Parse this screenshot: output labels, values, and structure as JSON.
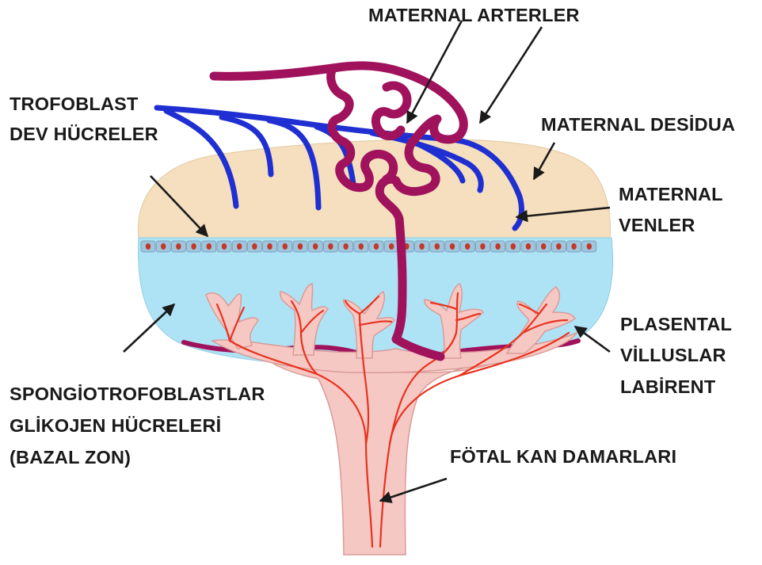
{
  "labels": {
    "maternal_arterler": "MATERNAL ARTERLER",
    "trofoblast_line1": "TROFOBLAST",
    "trofoblast_line2": "DEV HÜCRELER",
    "maternal_desidua": "MATERNAL DESİDUA",
    "maternal_venler_line1": "MATERNAL",
    "maternal_venler_line2": "VENLER",
    "plasental_line1": "PLASENTAL",
    "plasental_line2": "VİLLUSLAR",
    "plasental_line3": "LABİRENT",
    "spongio_line1": "SPONGİOTROFOBLASTLAR",
    "spongio_line2": "GLİKOJEN HÜCRELERİ",
    "spongio_line3": "(BAZAL ZON)",
    "fotal_kan": "FÖTAL KAN DAMARLARI"
  },
  "colors": {
    "desidua": "#f5dfbe",
    "labyrinth": "#aee3f5",
    "villi": "#f6c8c4",
    "villi_outline": "#d99b97",
    "fetal_vessels": "#e8321e",
    "maternal_arteries": "#a0125c",
    "maternal_veins": "#1f2fd1",
    "giant_cells": "#9fc6dc",
    "giant_cell_nucleus": "#c0392b"
  }
}
